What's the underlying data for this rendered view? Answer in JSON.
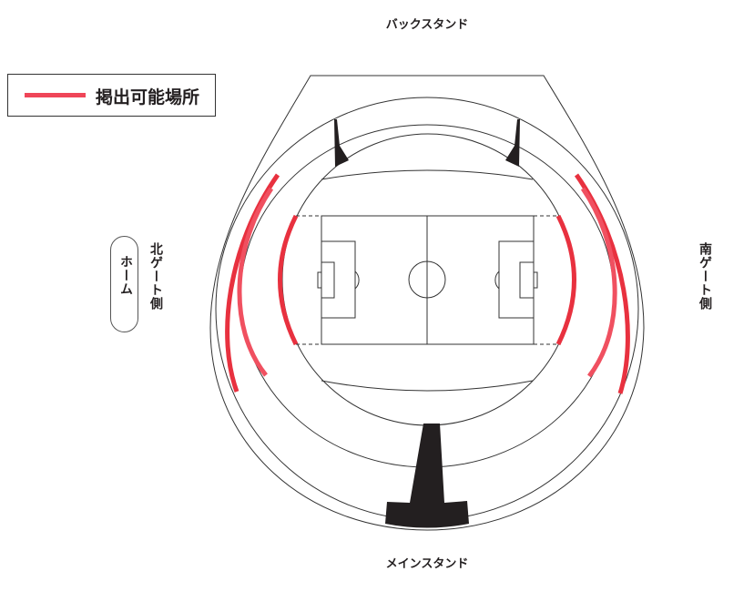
{
  "stands": {
    "back": "バックスタンド",
    "main": "メインスタンド"
  },
  "legend": {
    "label": "掲出可能場所",
    "color": "#ef4558"
  },
  "sides": {
    "home_badge": "ホーム",
    "north": "北ゲート側",
    "south": "南ゲート側"
  },
  "colors": {
    "line": "#333333",
    "red": "#e8313f",
    "red_light": "#f05060",
    "black": "#231f20"
  }
}
